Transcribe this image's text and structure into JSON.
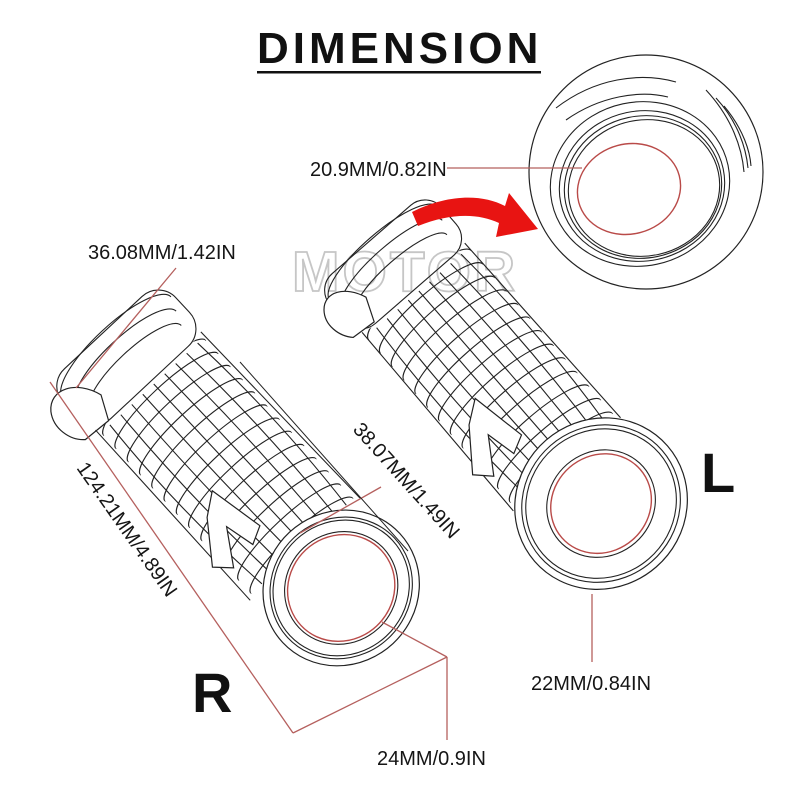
{
  "title": "DIMENSION",
  "watermark": "MOTOR",
  "side_labels": {
    "right": "R",
    "left": "L"
  },
  "dimensions": {
    "end_cap_inner": "20.9MM/0.82IN",
    "collar_outer": "36.08MM/1.42IN",
    "body_outer": "38.07MM/1.49IN",
    "grip_length": "124.21MM/4.89IN",
    "left_bar_end": "22MM/0.84IN",
    "right_bar_end": "24MM/0.9IN"
  },
  "colors": {
    "line_art": "#222222",
    "dimension_leader_red": "#b5605e",
    "highlight_ring_red": "#b94a48",
    "arrow_red": "#e81412",
    "watermark_gray": "#c6c6c6",
    "text": "#151515"
  }
}
